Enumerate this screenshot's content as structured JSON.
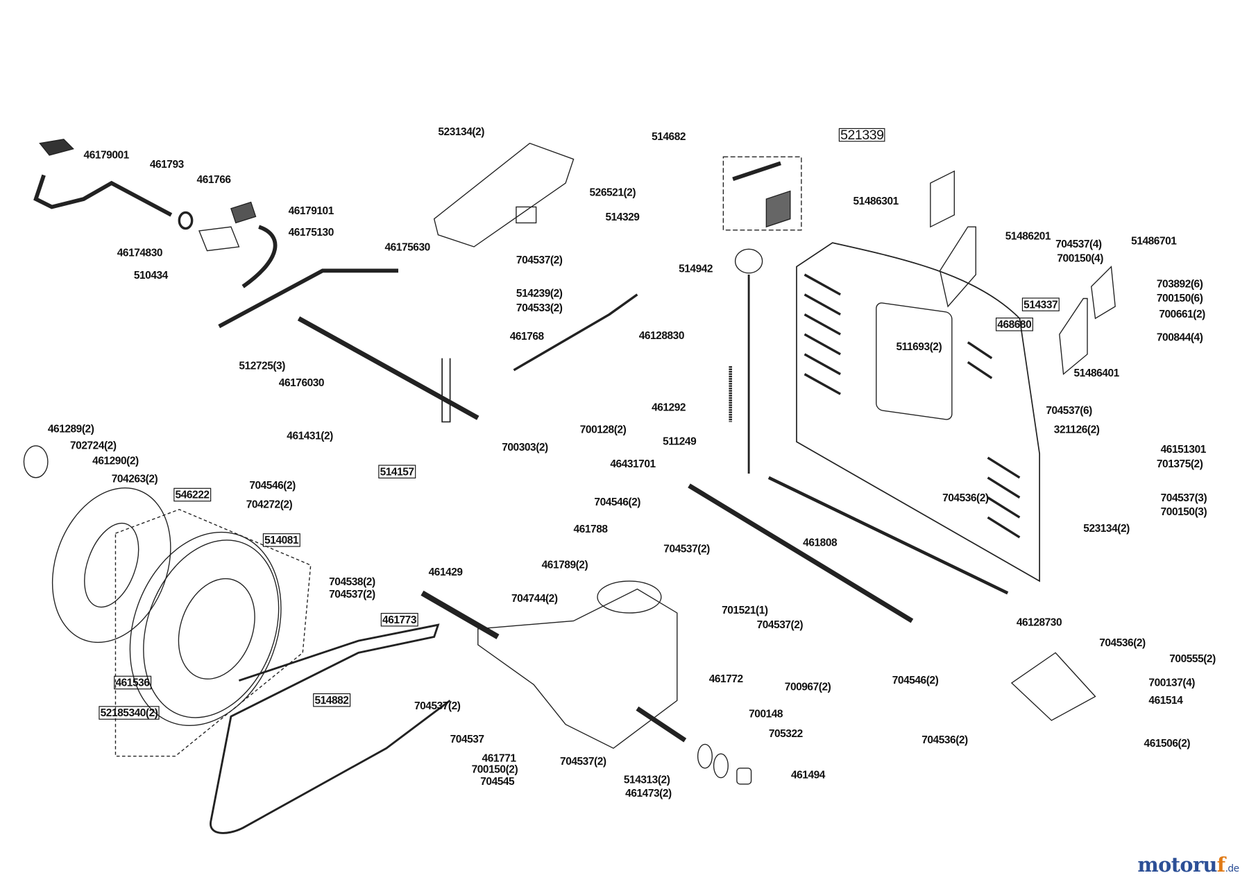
{
  "labels": [
    "46179001",
    "461793",
    "461766",
    "46179101",
    "46175130",
    "46174830",
    "510434",
    "46175630",
    "512725(3)",
    "46176030",
    "523134(2)",
    "514682",
    "521339",
    "526521(2)",
    "514329",
    "704537(2)",
    "514239(2)",
    "704533(2)",
    "461768",
    "514942",
    "46128830",
    "461292",
    "51486301",
    "51486201",
    "704537(4)",
    "51486701",
    "700150(4)",
    "514337",
    "468680",
    "703892(6)",
    "700150(6)",
    "700661(2)",
    "700844(4)",
    "511693(2)",
    "51486401",
    "704537(6)",
    "321126(2)",
    "46151301",
    "701375(2)",
    "704536(2)",
    "704537(3)",
    "700150(3)",
    "523134(2)",
    "461289(2)",
    "702724(2)",
    "461290(2)",
    "704263(2)",
    "546222",
    "461431(2)",
    "514157",
    "700303(2)",
    "700128(2)",
    "704546(2)",
    "704272(2)",
    "514081",
    "461429",
    "704538(2)",
    "704537(2)",
    "511249",
    "46431701",
    "704546(2)",
    "461788",
    "704537(2)",
    "461808",
    "461789(2)",
    "704744(2)",
    "461773",
    "701521(1)",
    "704537(2)",
    "46128730",
    "704536(2)",
    "700555(2)",
    "461536",
    "461772",
    "700967(2)",
    "704546(2)",
    "700137(4)",
    "52185340(2)",
    "514882",
    "704537(2)",
    "461514",
    "700148",
    "705322",
    "704537",
    "704536(2)",
    "461506(2)",
    "461771",
    "704537(2)",
    "700150(2)",
    "704545",
    "514313(2)",
    "461473(2)",
    "461494"
  ],
  "boxed_labels": [
    "521339",
    "514337",
    "468680",
    "546222",
    "514157",
    "514081",
    "461773",
    "461536",
    "52185340(2)",
    "514882"
  ],
  "logo": {
    "part1": "motoru",
    "part2": "f",
    "part3": ".de",
    "colors": {
      "main": "#2c4f96",
      "accent": "#e07a16"
    }
  },
  "line_color": "#111111"
}
